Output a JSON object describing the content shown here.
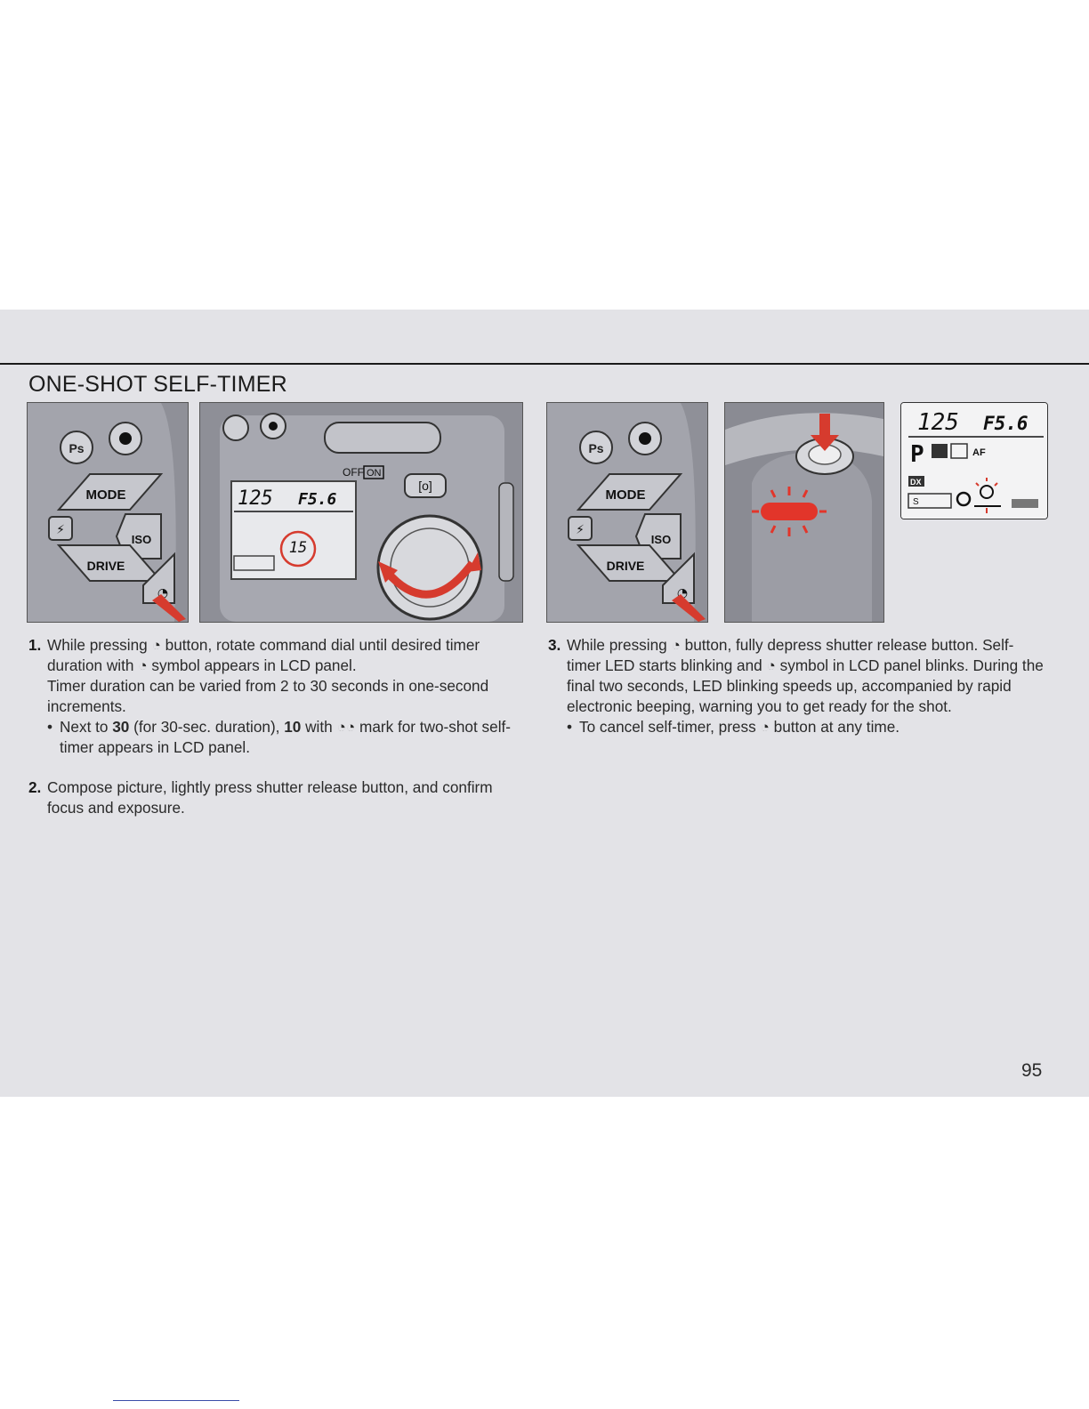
{
  "page": {
    "title": "ONE-SHOT SELF-TIMER",
    "page_number": "95"
  },
  "figures": {
    "camera_buttons": {
      "ps_label": "Ps",
      "mode_label": "MODE",
      "iso_label": "ISO",
      "drive_label": "DRIVE",
      "flash_label": "⚡",
      "self_timer_label": "◔"
    },
    "lcd_panel": {
      "shutter": "125",
      "aperture": "F5.6",
      "off_label": "OFF",
      "on_label": "ON",
      "timer_value": "15",
      "bracket_label": "[o]"
    },
    "lcd_panel_small": {
      "shutter": "125",
      "aperture": "F5.6",
      "mode": "P",
      "af_label": "AF",
      "dx_label": "DX",
      "s_label": "S"
    }
  },
  "steps": {
    "step1": {
      "num": "1.",
      "line_a": "While pressing ",
      "symbol": "◔",
      "line_b": " button, rotate command dial until desired timer duration with ",
      "line_c": " symbol appears in LCD panel.",
      "line_d": "Timer duration can be varied from 2 to 30 seconds in one-second increments.",
      "bullet_a": "Next to ",
      "bullet_glyph1": "30",
      "bullet_b": " (for 30-sec. duration), ",
      "bullet_glyph2": "10",
      "bullet_c": " with ",
      "bullet_glyph3": "◔◔",
      "bullet_d": " mark for two-shot self-timer appears in LCD panel."
    },
    "step2": {
      "num": "2.",
      "text": "Compose picture, lightly press shutter release button, and confirm focus and exposure."
    },
    "step3": {
      "num": "3.",
      "line_a": "While pressing ",
      "line_b": " button, fully depress shutter release button. Self-timer LED starts blinking and ",
      "line_c": " symbol in LCD panel blinks. During the final two seconds, LED blinking speeds up, accompanied by rapid electronic beeping, warning you to get ready for the shot.",
      "bullet_a": "To cancel self-timer, press ",
      "bullet_b": " button at any time."
    }
  }
}
